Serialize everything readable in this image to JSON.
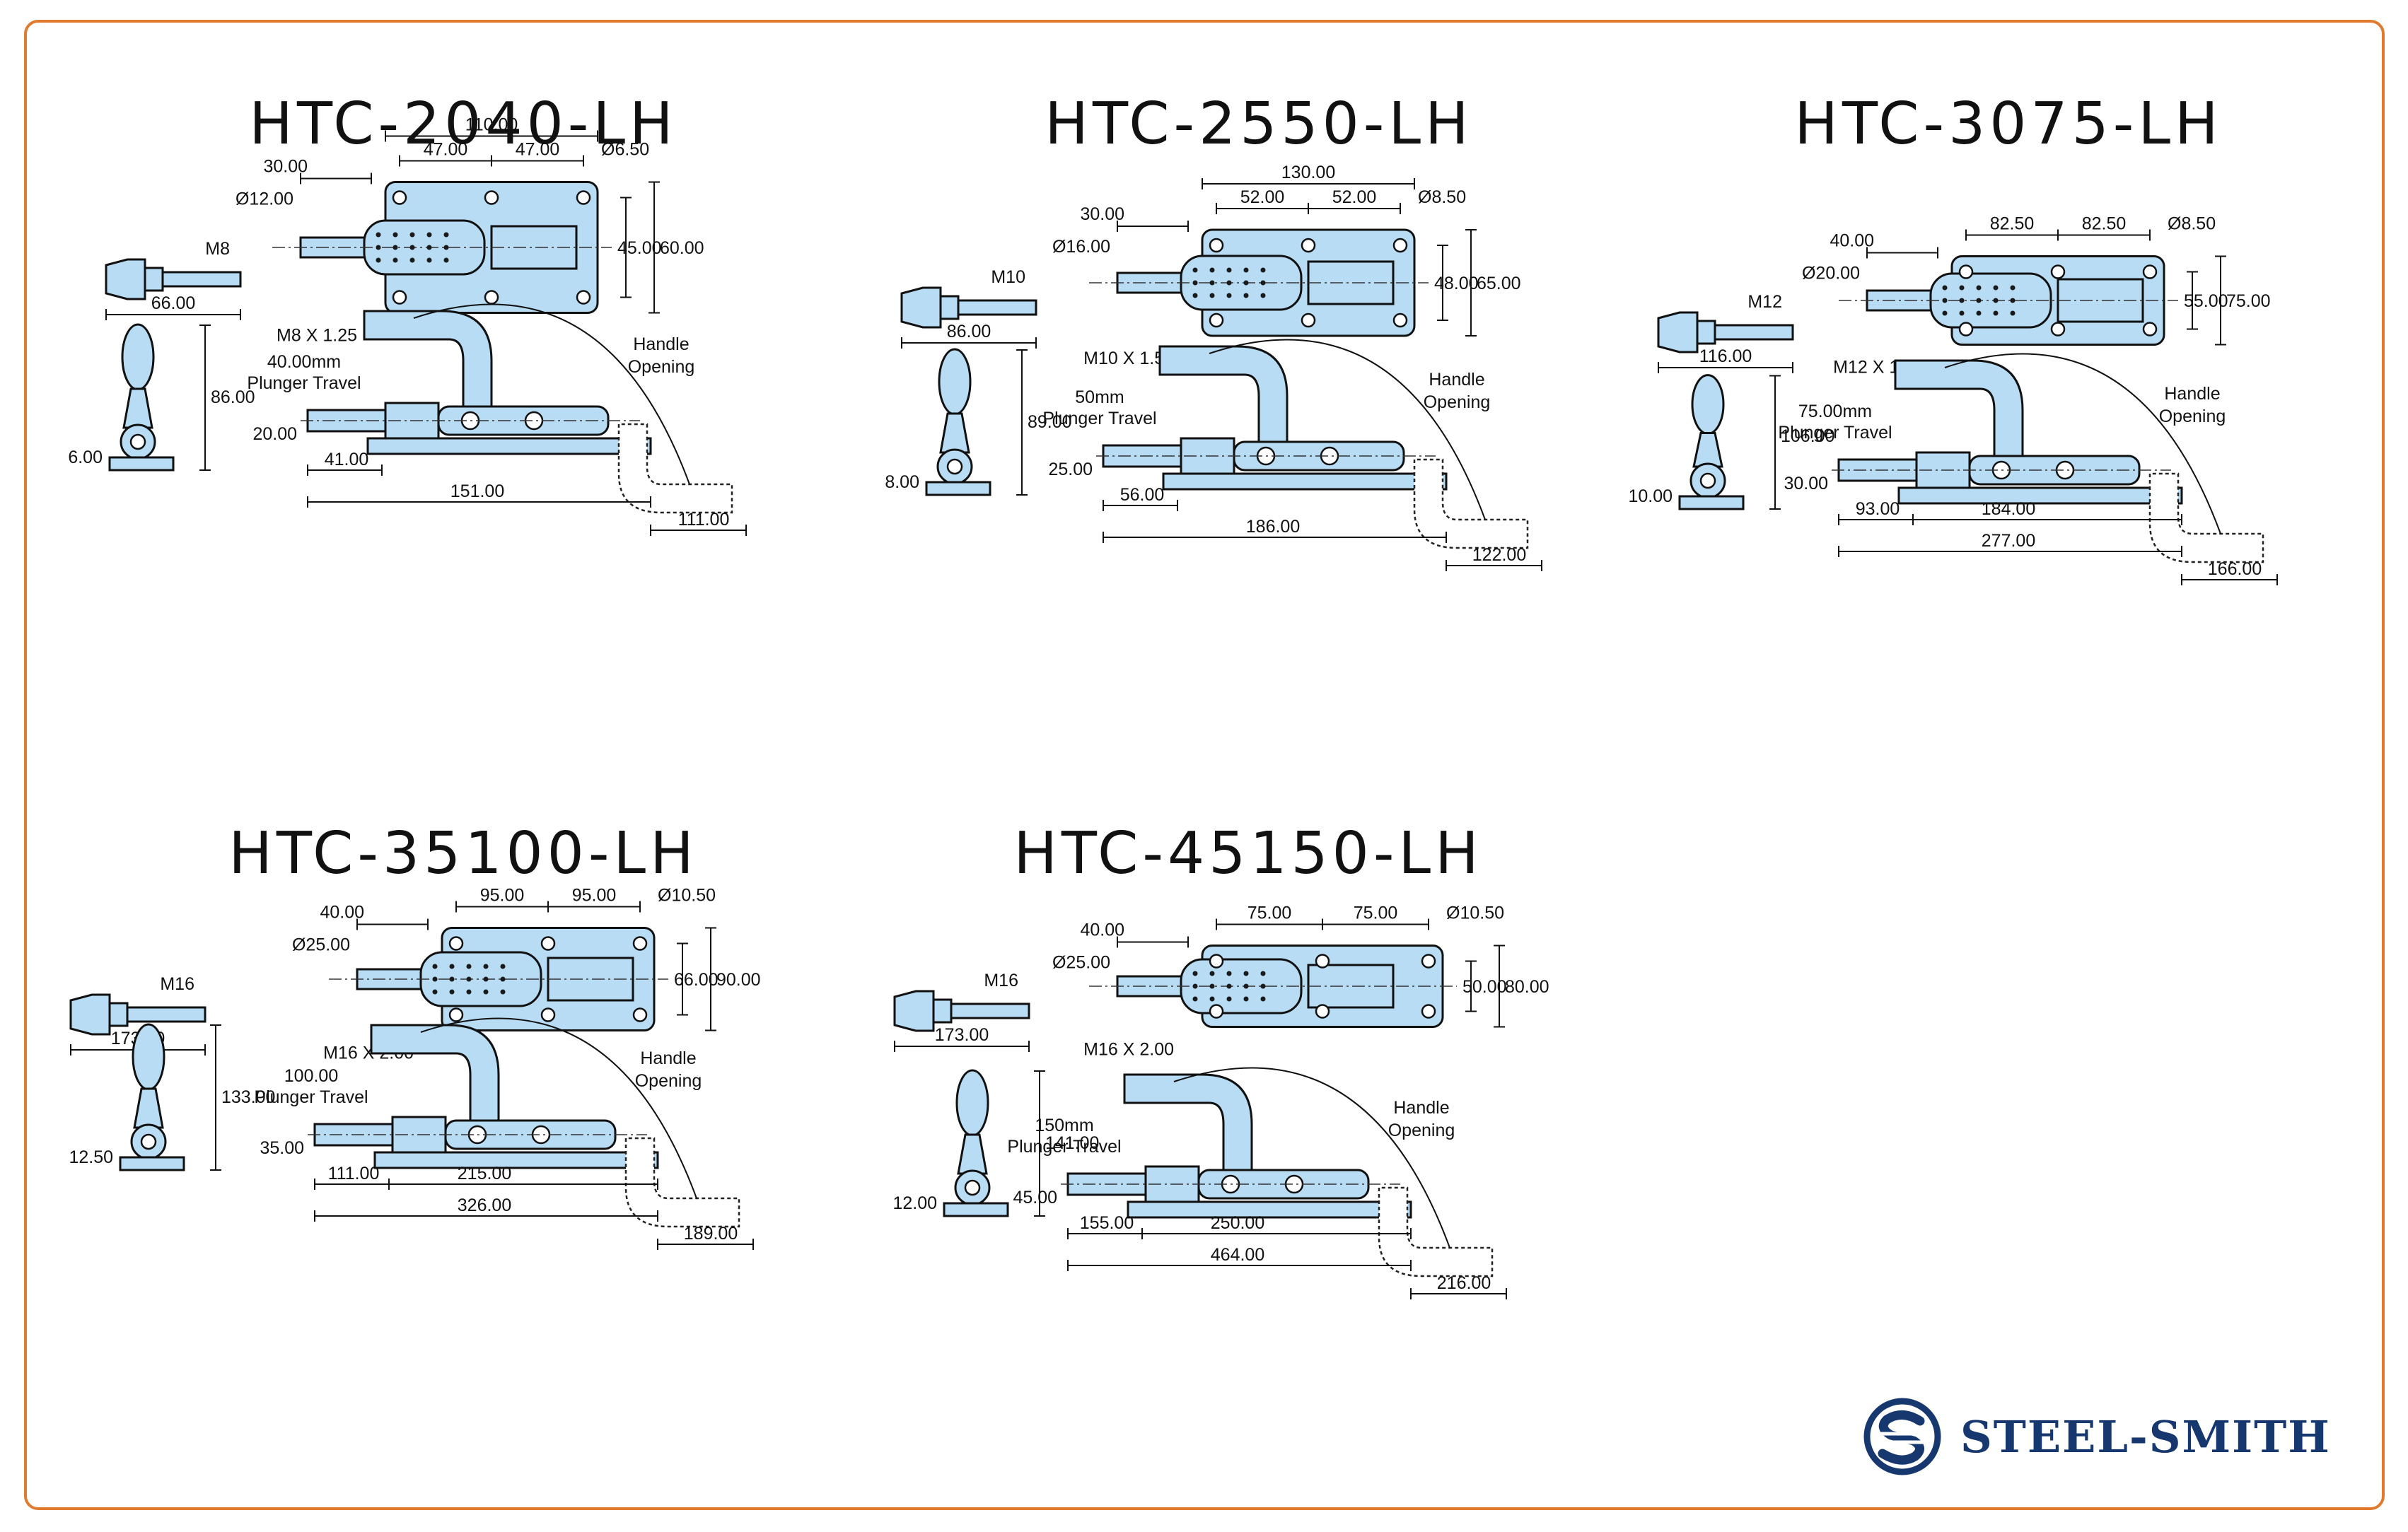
{
  "brand": {
    "name": "STEEL-SMITH",
    "frame_color": "#e07a2e",
    "part_color": "#b7dcf4",
    "logo_color": "#17386e"
  },
  "models": [
    {
      "title": "HTC-2040-LH",
      "top_dims": [
        "110.00",
        "47.00",
        "47.00",
        "30.00",
        "Ø12.00",
        "Ø6.50",
        "45.00",
        "60.00",
        "66.00",
        "M8 X 1.25"
      ],
      "pin_dims": [
        "M8"
      ],
      "side_dims": [
        "86.00",
        "6.00",
        "20.00",
        "41.00",
        "151.00",
        "111.00"
      ],
      "travel": "40.00mm",
      "travel_label": "Plunger Travel",
      "handle_label_1": "Handle",
      "handle_label_2": "Opening"
    },
    {
      "title": "HTC-2550-LH",
      "top_dims": [
        "130.00",
        "52.00",
        "52.00",
        "30.00",
        "Ø16.00",
        "Ø8.50",
        "48.00",
        "65.00",
        "86.00",
        "M10 X 1.50"
      ],
      "pin_dims": [
        "M10"
      ],
      "side_dims": [
        "89.00",
        "8.00",
        "25.00",
        "56.00",
        "186.00",
        "122.00"
      ],
      "travel": "50mm",
      "travel_label": "Plunger Travel",
      "handle_label_1": "Handle",
      "handle_label_2": "Opening"
    },
    {
      "title": "HTC-3075-LH",
      "top_dims": [
        "82.50",
        "82.50",
        "40.00",
        "Ø20.00",
        "Ø8.50",
        "55.00",
        "75.00",
        "116.00",
        "M12 X 1.75"
      ],
      "pin_dims": [
        "M12"
      ],
      "side_dims": [
        "106.00",
        "10.00",
        "30.00",
        "93.00",
        "184.00",
        "277.00",
        "166.00"
      ],
      "travel": "75.00mm",
      "travel_label": "Plunger Travel",
      "handle_label_1": "Handle",
      "handle_label_2": "Opening"
    },
    {
      "title": "HTC-35100-LH",
      "top_dims": [
        "95.00",
        "95.00",
        "40.00",
        "Ø25.00",
        "Ø10.50",
        "66.00",
        "90.00",
        "173.00",
        "M16 X 2.00"
      ],
      "pin_dims": [
        "M16"
      ],
      "side_dims": [
        "133.00",
        "12.50",
        "35.00",
        "111.00",
        "215.00",
        "326.00",
        "189.00"
      ],
      "travel": "100.00",
      "travel_label": "Plunger Travel",
      "handle_label_1": "Handle",
      "handle_label_2": "Opening"
    },
    {
      "title": "HTC-45150-LH",
      "top_dims": [
        "75.00",
        "75.00",
        "40.00",
        "Ø25.00",
        "Ø10.50",
        "50.00",
        "80.00",
        "173.00",
        "M16 X 2.00"
      ],
      "pin_dims": [
        "M16"
      ],
      "side_dims": [
        "141.00",
        "12.00",
        "45.00",
        "155.00",
        "250.00",
        "464.00",
        "216.00"
      ],
      "travel": "150mm",
      "travel_label": "Plunger Travel",
      "handle_label_1": "Handle",
      "handle_label_2": "Opening"
    }
  ]
}
